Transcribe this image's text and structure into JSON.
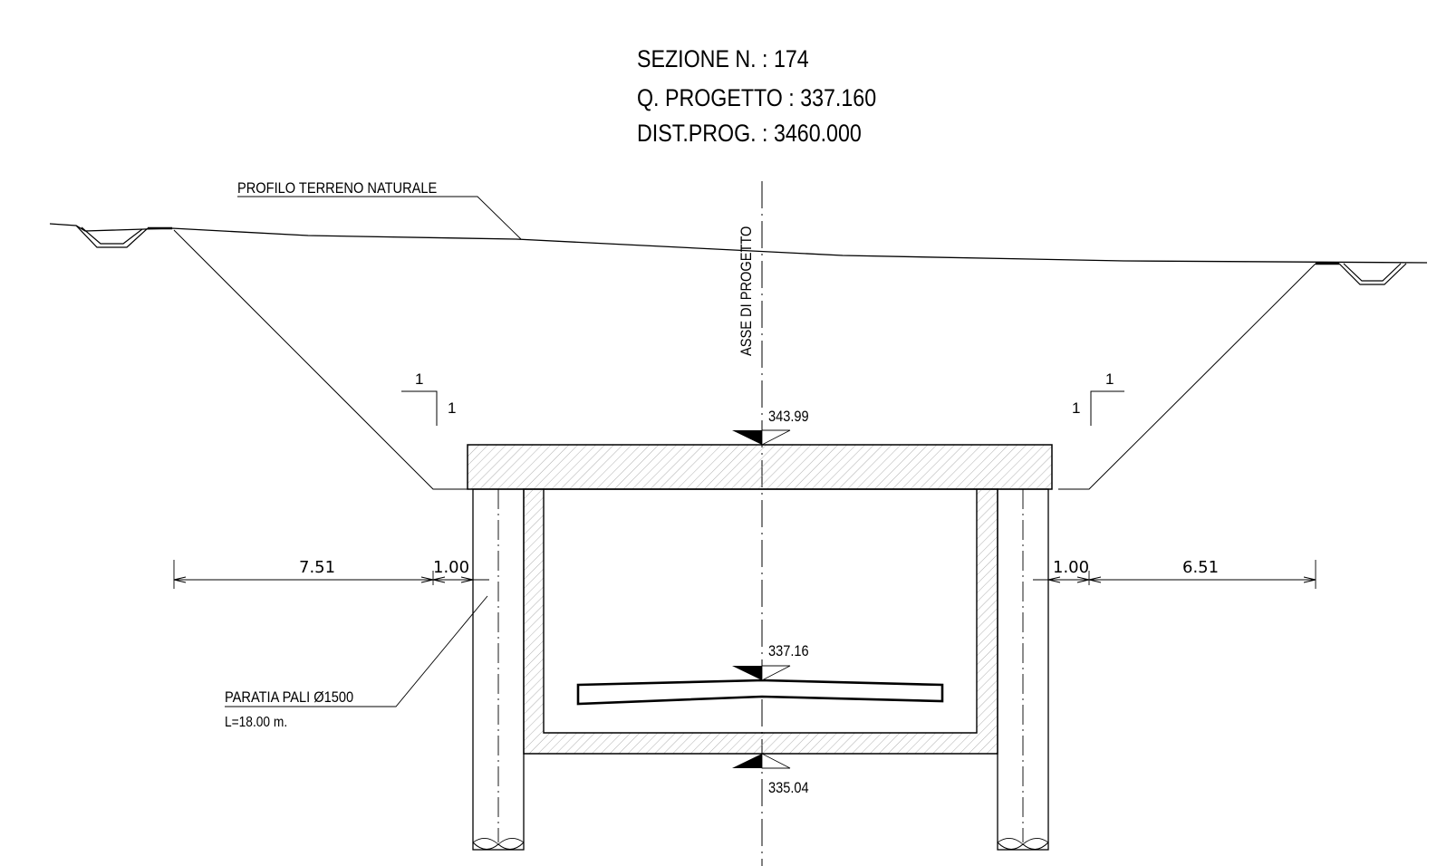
{
  "header": {
    "section": "SEZIONE N. : 174",
    "project_level": "Q. PROGETTO : 337.160",
    "progressive_distance": "DIST.PROG. : 3460.000"
  },
  "labels": {
    "ground_profile": "PROFILO TERRENO NATURALE",
    "axis": "ASSE DI PROGETTO",
    "piles": "PARATIA PALI Ø1500",
    "pile_length": "L=18.00 m."
  },
  "levels": {
    "top_slab": "343.99",
    "road": "337.16",
    "bottom_slab": "335.04"
  },
  "dimensions": {
    "left_outer": "7.51",
    "left_inner": "1.00",
    "right_inner": "1.00",
    "right_outer": "6.51"
  },
  "slopes": {
    "left_h": "1",
    "left_v": "1",
    "right_h": "1",
    "right_v": "1"
  }
}
